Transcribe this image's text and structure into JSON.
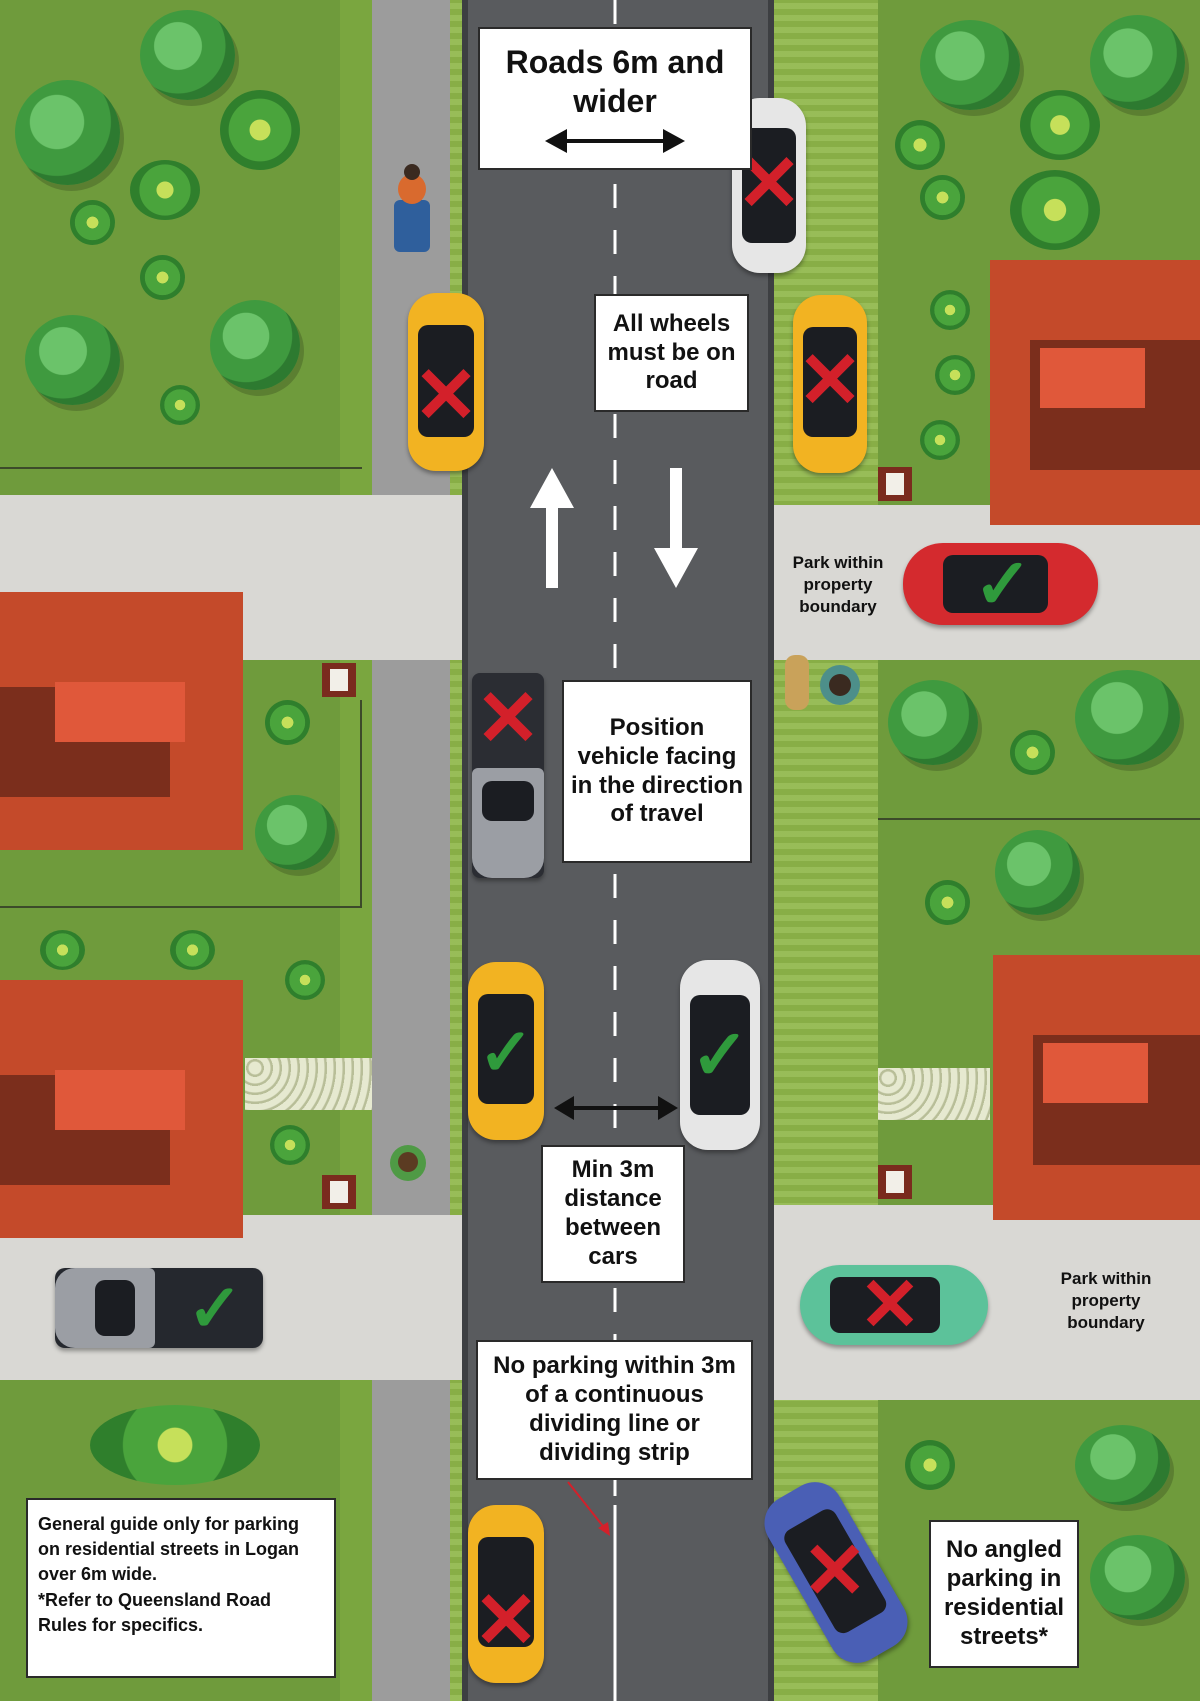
{
  "labels": {
    "title": "Roads 6m and wider",
    "all_wheels": "All wheels must be on road",
    "position_vehicle": "Position vehicle facing in the direction of travel",
    "park_within_1": "Park within property boundary",
    "park_within_2": "Park within property boundary",
    "min_distance": "Min 3m distance between cars",
    "no_parking_dividing": "No parking within 3m of a continuous dividing line or dividing strip",
    "no_angled": "No angled parking in residential streets*",
    "guide_line1": "General guide only for parking on residential streets in Logan over 6m wide.",
    "guide_line2": "*Refer to Queensland Road Rules for specifics."
  },
  "symbols": {
    "cross": "✕",
    "tick": "✓"
  },
  "colors": {
    "cross": "#d3202a",
    "tick": "#2f9a3c",
    "road": "#595b5e",
    "roof": "#c44a2a"
  }
}
